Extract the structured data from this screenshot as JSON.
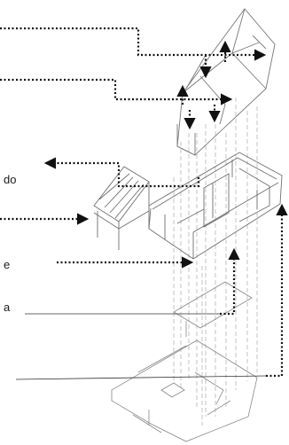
{
  "labels": {
    "partial_label_1": "do",
    "partial_label_2": "e",
    "partial_label_3": "a"
  },
  "colors": {
    "arrow": "#111111",
    "drawing": "#888888",
    "projection": "#aaaaaa"
  }
}
